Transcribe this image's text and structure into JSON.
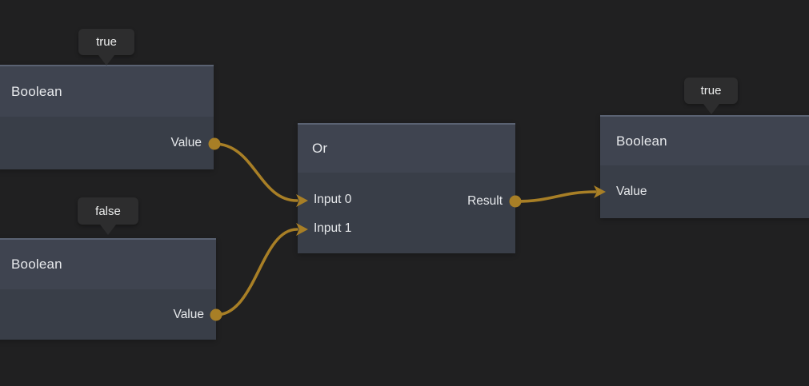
{
  "canvas": {
    "kind_label": "node-graph-editor-view"
  },
  "colors": {
    "background": "#202021",
    "node_header": "#3f4450",
    "node_body": "#393e48",
    "badge_background": "#2d2d2e",
    "text": "#e7e9ec",
    "wire": "#a87f26"
  },
  "nodes": [
    {
      "title": "Boolean",
      "badge": "true",
      "ports": {
        "output": "Value"
      }
    },
    {
      "title": "Boolean",
      "badge": "false",
      "ports": {
        "output": "Value"
      }
    },
    {
      "title": "Or",
      "ports": {
        "inputs": [
          "Input 0",
          "Input 1"
        ],
        "output": "Result"
      }
    },
    {
      "title": "Boolean",
      "badge": "true",
      "ports": {
        "input": "Value"
      }
    }
  ]
}
